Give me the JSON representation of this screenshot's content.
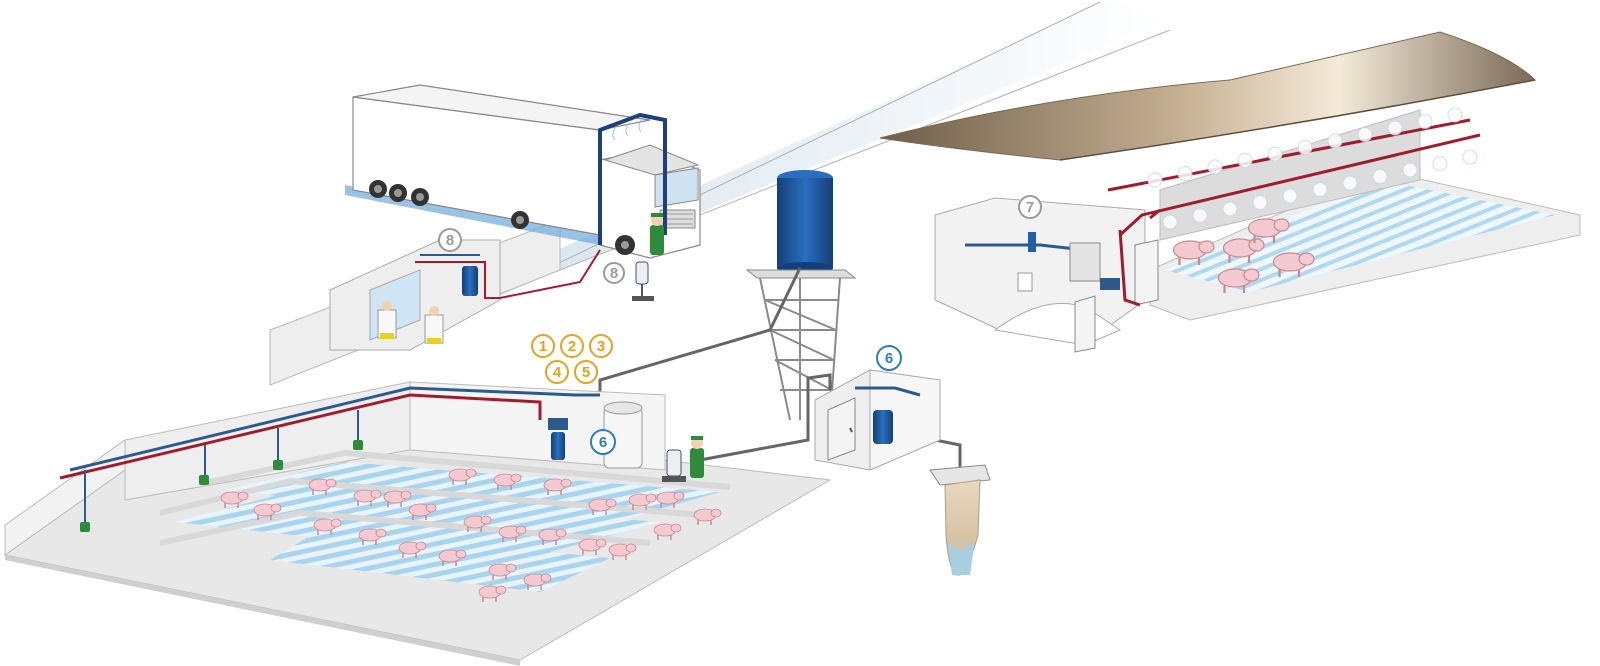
{
  "badges": [
    {
      "id": "badge-8-washroom",
      "label": "8",
      "color": "#9a9a9a"
    },
    {
      "id": "badge-8-truck",
      "label": "8",
      "color": "#9a9a9a"
    },
    {
      "id": "badge-7-barn",
      "label": "7",
      "color": "#9a9a9a"
    },
    {
      "id": "badge-6-pumphouse",
      "label": "6",
      "color": "#2b7fb8"
    },
    {
      "id": "badge-6-pigpen",
      "label": "6",
      "color": "#2b7fb8"
    },
    {
      "id": "badge-1",
      "label": "1",
      "color": "#e8a020"
    },
    {
      "id": "badge-2",
      "label": "2",
      "color": "#e8a020"
    },
    {
      "id": "badge-3",
      "label": "3",
      "color": "#e8a020"
    },
    {
      "id": "badge-4",
      "label": "4",
      "color": "#e8a020"
    },
    {
      "id": "badge-5",
      "label": "5",
      "color": "#e8a020"
    }
  ],
  "colors": {
    "pipe_red": "#a01c2c",
    "pipe_blue": "#2d5a8c",
    "tank_blue": "#1f5fa8",
    "floor_blue": "#bfe0f2",
    "wall_gray": "#e6e6e6",
    "roof_brown": "#a08a6e",
    "worker_green": "#2e8b3a",
    "pig_pink": "#f4c9cf"
  },
  "icons": [
    "truck-icon",
    "water-tower-icon",
    "pig-icon",
    "worker-icon",
    "tank-icon",
    "sprayer-icon",
    "well-icon"
  ]
}
